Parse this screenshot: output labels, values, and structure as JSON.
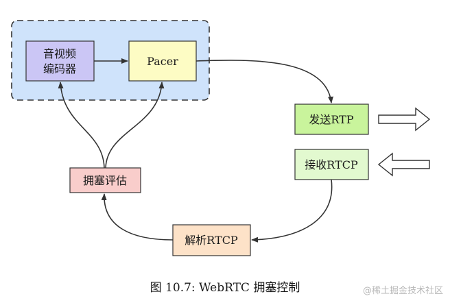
{
  "diagram": {
    "nodes": {
      "encoder_line1": "音视频",
      "encoder_line2": "编码器",
      "pacer": "Pacer",
      "send_rtp": "发送RTP",
      "recv_rtcp": "接收RTCP",
      "parse_rtcp": "解析RTCP",
      "congestion_eval": "拥塞评估"
    },
    "colors": {
      "group_fill": "#cfe3fb",
      "encoder_fill": "#cbc6f5",
      "pacer_fill": "#fdfcc4",
      "send_fill": "#c9f49c",
      "recv_fill": "#e2f9cf",
      "parse_fill": "#fde2c8",
      "congestion_fill": "#f9cdcb",
      "stroke": "#333333"
    }
  },
  "caption": "图 10.7: WebRTC 拥塞控制",
  "watermark": "@稀土掘金技术社区"
}
